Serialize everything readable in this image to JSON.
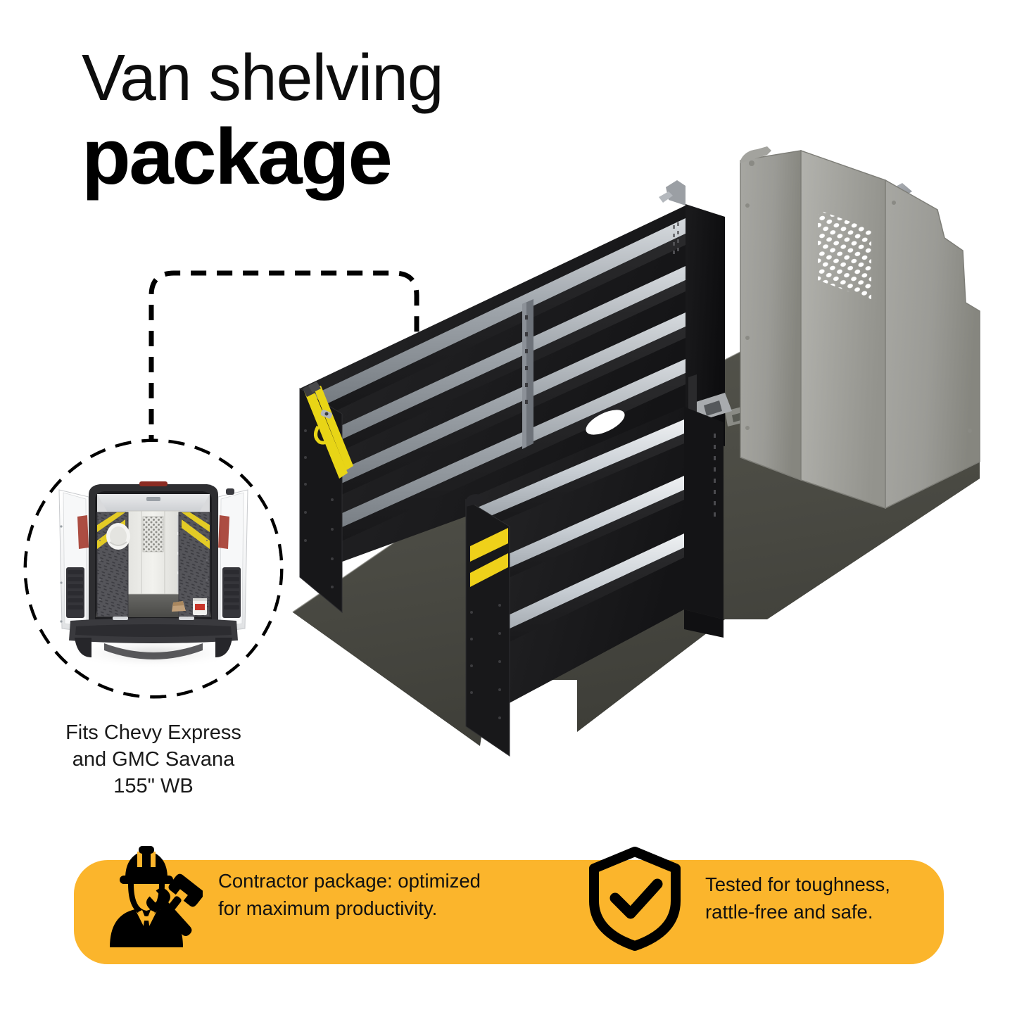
{
  "brandColors": {
    "accent_yellow": "#FBB52C",
    "hazard_yellow": "#EFD11A",
    "shelf_black": "#1d1d1d",
    "shelf_lip_silver": "#b6bcc2",
    "floor_liner": "#4a4a43",
    "partition_gray": "#9a9a96",
    "text_black": "#0d0d0d"
  },
  "title": {
    "line1": "Van shelving",
    "line2": "package"
  },
  "inset": {
    "icon_name": "van-rear-open-doors",
    "caption_line1": "Fits Chevy Express",
    "caption_line2": "and GMC Savana",
    "caption_line3": "155\" WB",
    "caption_full": "Fits Chevy Express\nand GMC Savana\n155\" WB",
    "van_details": {
      "body_color": "#ffffff",
      "interior_items": [
        "hard-hat",
        "traffic-cone",
        "paint-bucket",
        "work-boot",
        "diamond-plate-shelf-end-panel",
        "yellow-hazard-stripes",
        "perforated-bulkhead-partition"
      ]
    }
  },
  "product": {
    "name": "van-shelving-package-illustration",
    "components": [
      {
        "name": "rear-shelving-unit",
        "shelves": 4,
        "color": "#1d1d1d"
      },
      {
        "name": "front-shelving-unit",
        "shelves": 3,
        "color": "#1d1d1d"
      },
      {
        "name": "bulkhead-partition",
        "panels": 3,
        "color": "#9a9a96"
      },
      {
        "name": "floor-liner",
        "color": "#4a4a43"
      }
    ]
  },
  "features": [
    {
      "icon_name": "contractor-worker-tools-icon",
      "text": "Contractor package: optimized\nfor maximum productivity.",
      "line1": "Contractor package: optimized",
      "line2": "for maximum productivity."
    },
    {
      "icon_name": "shield-check-icon",
      "text": "Tested for toughness,\nrattle-free and safe.",
      "line1": "Tested for toughness,",
      "line2": "rattle-free and safe."
    }
  ]
}
